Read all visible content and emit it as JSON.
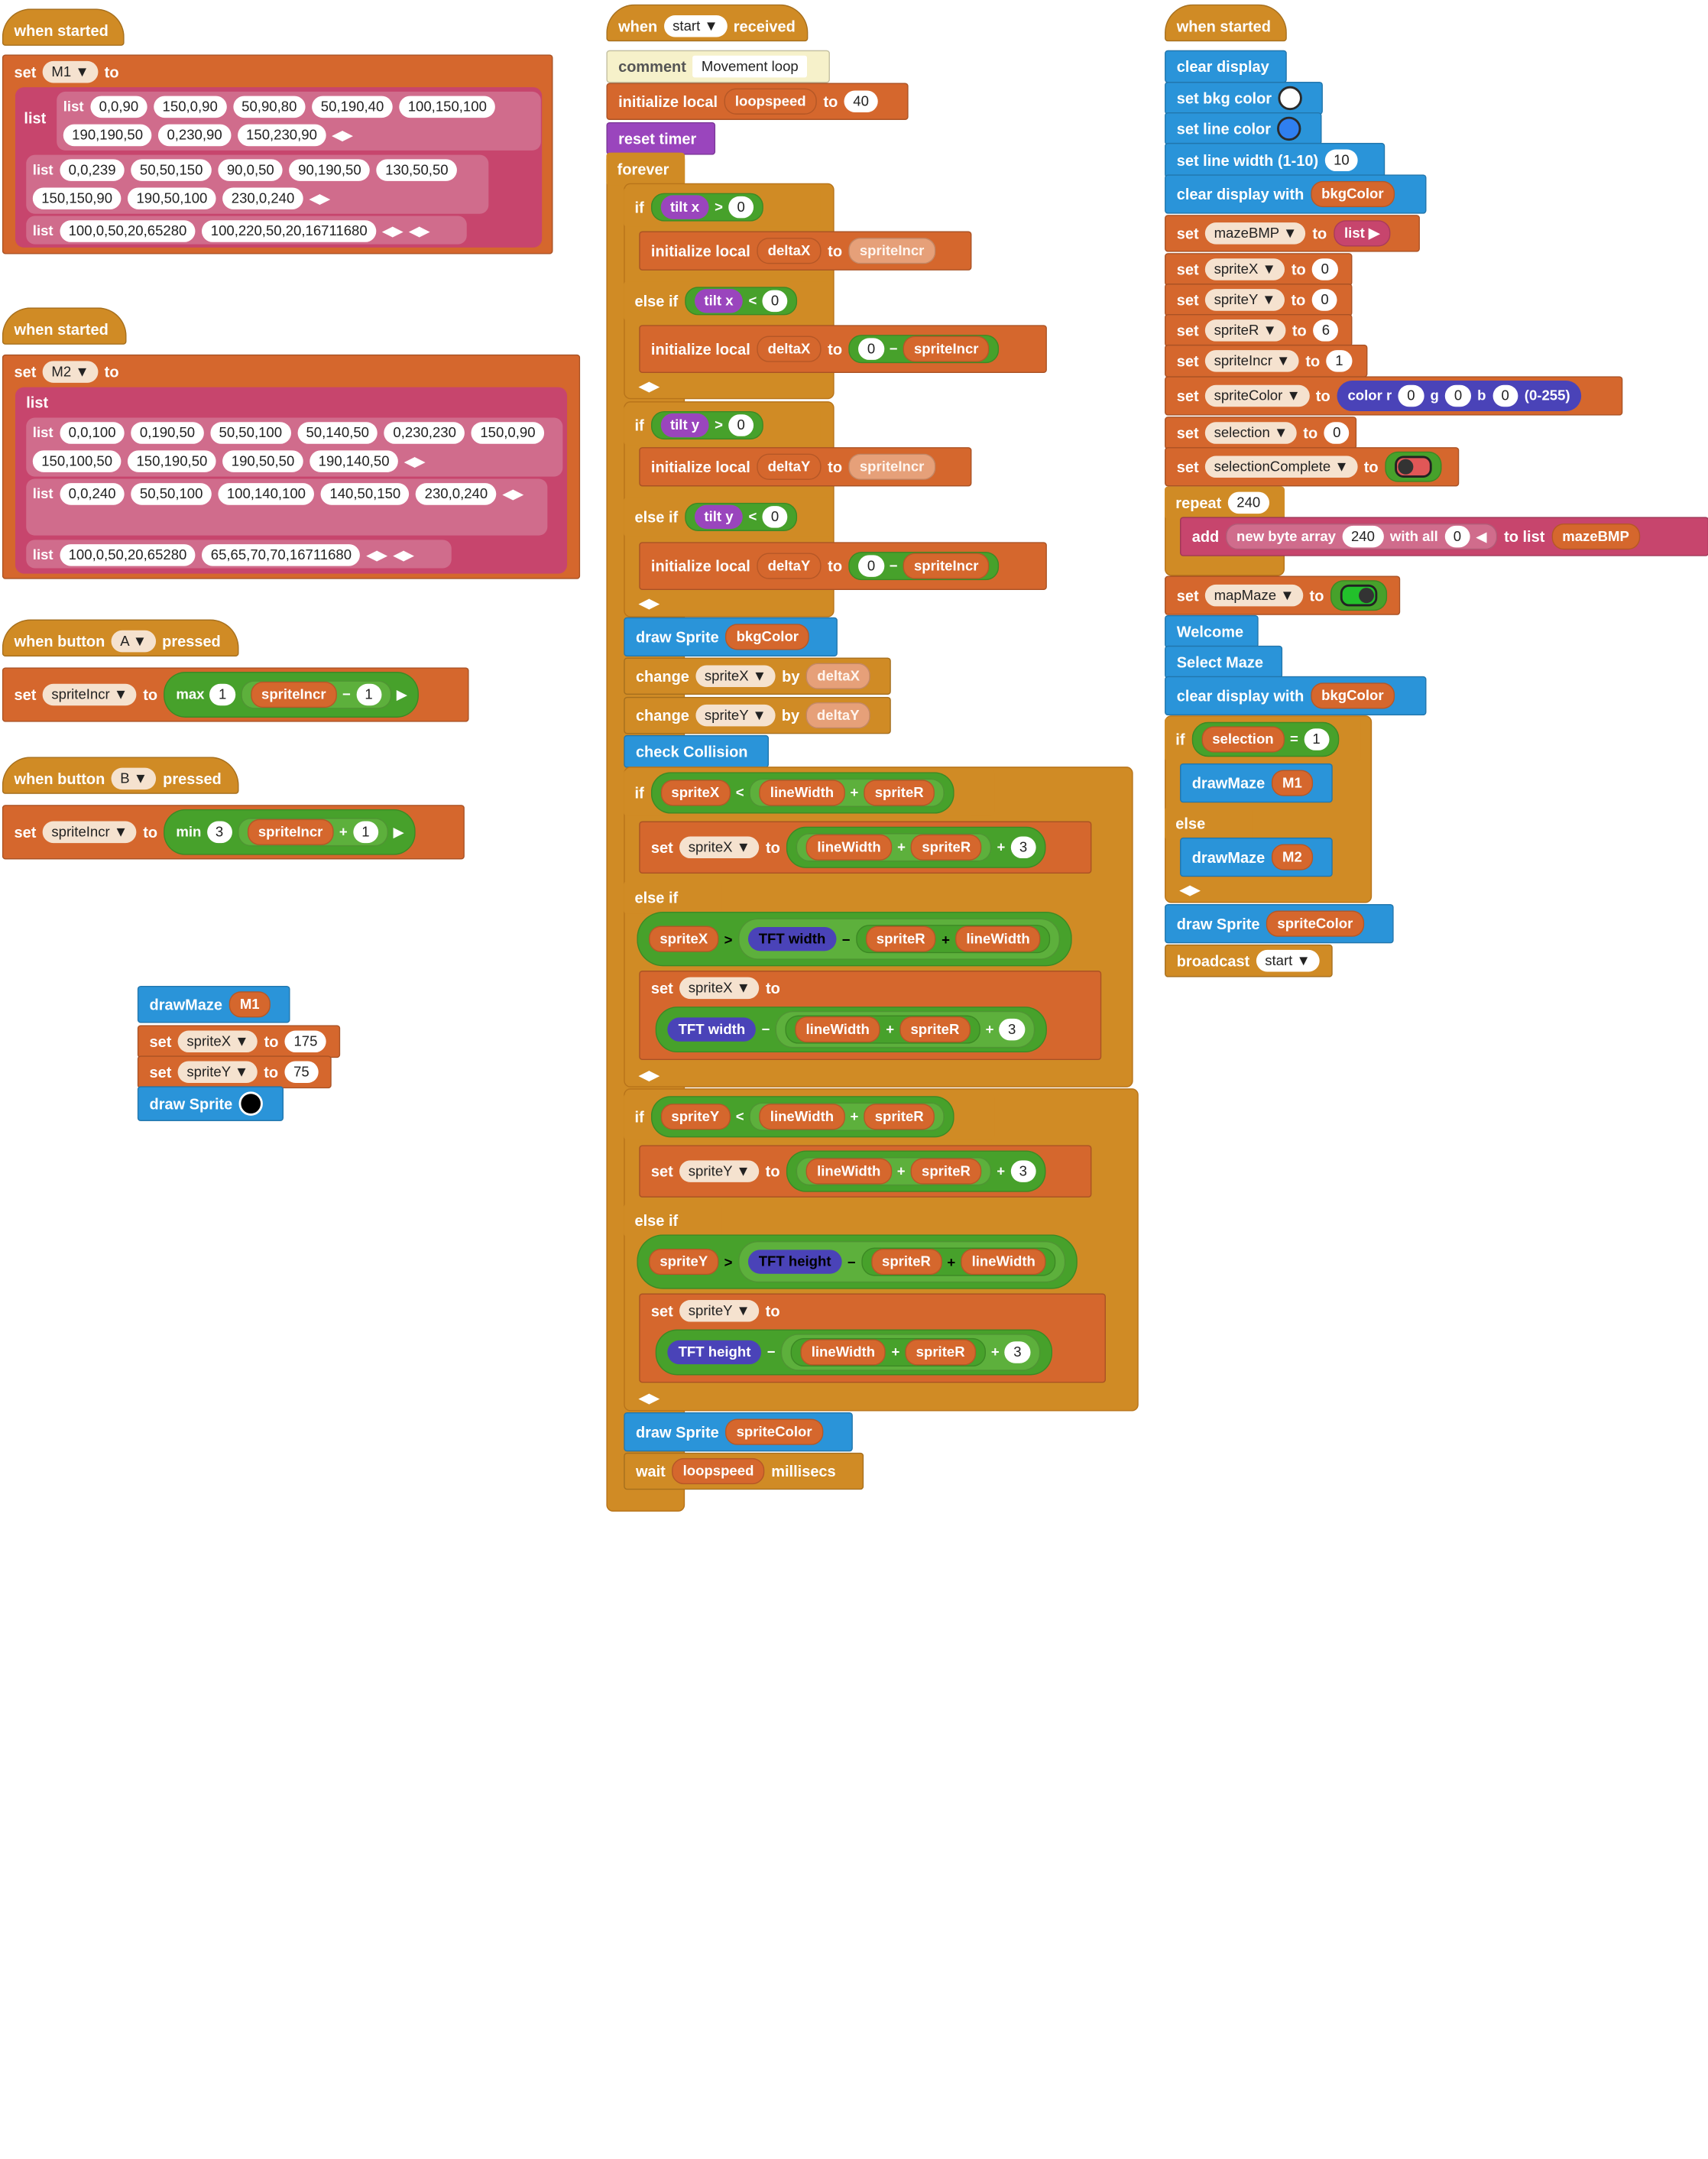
{
  "kw": {
    "when_started": "when started",
    "set": "set",
    "to": "to",
    "list": "list",
    "when": "when",
    "received": "received",
    "comment": "comment",
    "initialize_local": "initialize local",
    "reset_timer": "reset timer",
    "forever": "forever",
    "if": "if",
    "else_if": "else if",
    "else": "else",
    "draw_sprite": "draw Sprite",
    "change": "change",
    "by": "by",
    "check_collision": "check Collision",
    "wait": "wait",
    "millisecs": "millisecs",
    "when_button": "when button",
    "pressed": "pressed",
    "max": "max",
    "min": "min",
    "drawmaze": "drawMaze",
    "clear_display": "clear display",
    "set_bkg_color": "set bkg color",
    "set_line_color": "set line color",
    "set_line_width": "set line width (1-10)",
    "clear_display_with": "clear display with",
    "color_r": "color r",
    "g": "g",
    "b": "b",
    "range_0_255": "(0-255)",
    "repeat": "repeat",
    "add": "add",
    "new_byte_array": "new byte array",
    "with_all": "with all",
    "to_list": "to list",
    "welcome": "Welcome",
    "select_maze": "Select Maze",
    "broadcast": "broadcast",
    "tilt_x": "tilt x",
    "tilt_y": "tilt y",
    "tft_width": "TFT width",
    "tft_height": "TFT height",
    "gt": ">",
    "lt": "<",
    "eq": "=",
    "minus": "−",
    "plus": "+"
  },
  "vars": {
    "m1": "M1",
    "m2": "M2",
    "loopspeed": "loopspeed",
    "deltaX": "deltaX",
    "deltaY": "deltaY",
    "spriteIncr": "spriteIncr",
    "spriteX": "spriteX",
    "spriteY": "spriteY",
    "spriteR": "spriteR",
    "lineWidth": "lineWidth",
    "bkgColor": "bkgColor",
    "spriteColor": "spriteColor",
    "mazeBMP": "mazeBMP",
    "selection": "selection",
    "selectionComplete": "selectionComplete",
    "mapMaze": "mapMaze",
    "start": "start",
    "button_a": "A",
    "button_b": "B"
  },
  "m1_lists": [
    [
      "0,0,90",
      "150,0,90",
      "50,90,80",
      "50,190,40",
      "100,150,100",
      "190,190,50",
      "0,230,90",
      "150,230,90"
    ],
    [
      "0,0,239",
      "50,50,150",
      "90,0,50",
      "90,190,50",
      "130,50,50",
      "150,150,90",
      "190,50,100",
      "230,0,240"
    ],
    [
      "100,0,50,20,65280",
      "100,220,50,20,16711680"
    ]
  ],
  "m2_lists": [
    [
      "0,0,100",
      "0,190,50",
      "50,50,100",
      "50,140,50",
      "0,230,230",
      "150,0,90",
      "150,100,50",
      "150,190,50",
      "190,50,50",
      "190,140,50"
    ],
    [
      "0,0,240",
      "50,50,100",
      "100,140,100",
      "140,50,150",
      "230,0,240"
    ],
    [
      "100,0,50,20,65280",
      "65,65,70,70,16711680"
    ]
  ],
  "values": {
    "comment_text": "Movement loop",
    "loopspeed_init": "40",
    "zero": "0",
    "one": "1",
    "three": "3",
    "six": "6",
    "ten": "10",
    "two_forty": "240",
    "x_175": "175",
    "y_75": "75"
  },
  "colors": {
    "control": "#d08b25",
    "variables": "#d5672d",
    "display": "#2a94d9",
    "lists": "#c7456d",
    "math": "#47a12b",
    "sensor": "#9a45bd",
    "tft": "#4a43b8",
    "comment": "#f6f1ca",
    "toggle_on": "#22c02b",
    "toggle_off": "#e05757"
  }
}
